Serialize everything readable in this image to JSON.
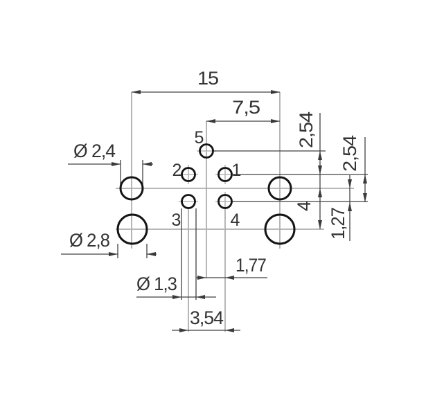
{
  "drawing": {
    "kind": "connector-mounting-and-pinout-technical-drawing",
    "dimensions": {
      "overall_width": "15",
      "half_width": "7,5",
      "medium_hole_diameter": "Ø 2,4",
      "large_hole_diameter": "Ø 2,8",
      "pin_hole_diameter": "Ø 1,3",
      "pin_span": "3,54",
      "pin_half_span": "1,77",
      "pitch_top_right": "2,54",
      "pitch_mid_right": "2,54",
      "row_offset": "4",
      "half_pitch": "1,27"
    },
    "pins": {
      "pin1": "1",
      "pin2": "2",
      "pin3": "3",
      "pin4": "4",
      "pin5": "5"
    },
    "colors": {
      "outline": "#141414",
      "dimension_lines": "#414141",
      "centerlines": "#aeaeae",
      "text": "#333333",
      "background": "#ffffff"
    }
  }
}
